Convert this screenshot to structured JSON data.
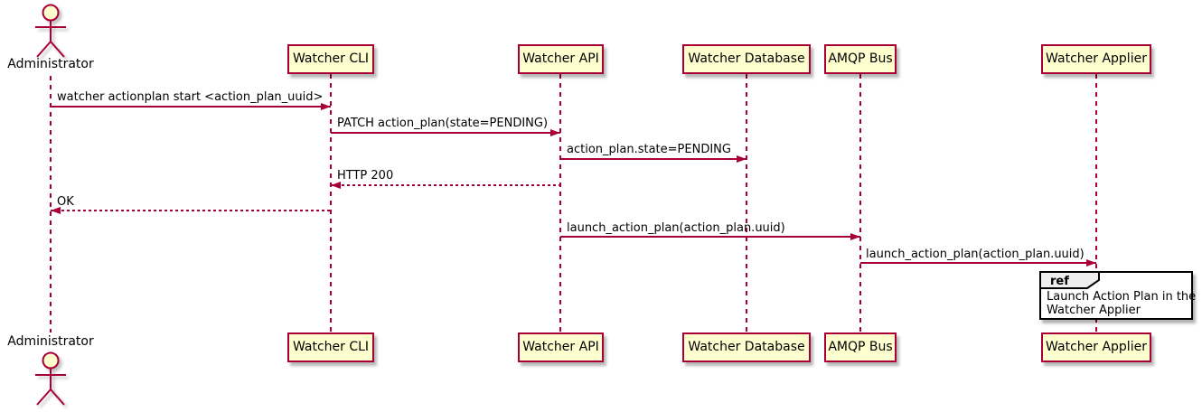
{
  "diagram": {
    "type": "uml-sequence-diagram",
    "actor": {
      "name": "Administrator"
    },
    "participants": [
      {
        "name": "Watcher CLI"
      },
      {
        "name": "Watcher API"
      },
      {
        "name": "Watcher Database"
      },
      {
        "name": "AMQP Bus"
      },
      {
        "name": "Watcher Applier"
      }
    ],
    "messages": [
      {
        "from": "Administrator",
        "to": "Watcher CLI",
        "label": "watcher actionplan start <action_plan_uuid>",
        "line": "solid",
        "direction": "right"
      },
      {
        "from": "Watcher CLI",
        "to": "Watcher API",
        "label": "PATCH action_plan(state=PENDING)",
        "line": "solid",
        "direction": "right"
      },
      {
        "from": "Watcher API",
        "to": "Watcher Database",
        "label": "action_plan.state=PENDING",
        "line": "solid",
        "direction": "right"
      },
      {
        "from": "Watcher API",
        "to": "Watcher CLI",
        "label": "HTTP 200",
        "line": "dashed",
        "direction": "left"
      },
      {
        "from": "Watcher CLI",
        "to": "Administrator",
        "label": "OK",
        "line": "dashed",
        "direction": "left"
      },
      {
        "from": "Watcher API",
        "to": "AMQP Bus",
        "label": "launch_action_plan(action_plan.uuid)",
        "line": "solid",
        "direction": "right"
      },
      {
        "from": "AMQP Bus",
        "to": "Watcher Applier",
        "label": "launch_action_plan(action_plan.uuid)",
        "line": "solid",
        "direction": "right"
      }
    ],
    "ref": {
      "tag": "ref",
      "over": "Watcher Applier",
      "line1": "Launch Action Plan in the",
      "line2": "Watcher Applier"
    }
  },
  "colors": {
    "participant_fill": "#FEFECE",
    "stroke": "#A80036",
    "text": "#000000",
    "ref_border": "#000000",
    "ref_tag_fill": "#EEEEEE",
    "background": "#FFFFFF"
  }
}
